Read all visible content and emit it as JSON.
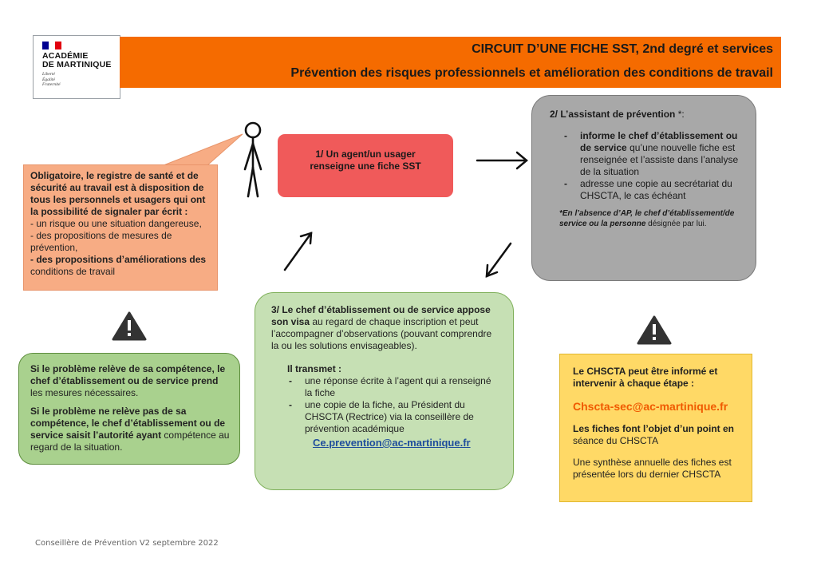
{
  "logo": {
    "line1": "ACADÉMIE",
    "line2": "DE MARTINIQUE",
    "motto1": "Liberté",
    "motto2": "Égalité",
    "motto3": "Fraternité",
    "flag_colors": [
      "#000091",
      "#ffffff",
      "#e1000f"
    ]
  },
  "header": {
    "title": "CIRCUIT D’UNE FICHE SST, 2nd degré et services",
    "subtitle": "Prévention des risques professionnels et amélioration des conditions de travail",
    "color": "#f56b00"
  },
  "registry_box": {
    "intro": "Obligatoire, le registre de santé et de sécurité au travail est à disposition de tous les personnels et usagers qui ont la possibilité de signaler par écrit :",
    "item1": "- un risque ou une situation dangereuse,",
    "item2": "- des propositions de mesures de prévention,",
    "item3_bold": "- des propositions d’améliorations des",
    "item3_rest": "conditions de travail"
  },
  "agent_box": {
    "line1": "1/ Un agent/un usager",
    "line2": "renseigne une fiche SST"
  },
  "assistant_box": {
    "title": "2/ L’assistant de prévention",
    "title_suffix": " *:",
    "item1_bold": "informe le chef d’établissement ou de service",
    "item1_rest": "qu’une nouvelle fiche est renseignée et l’assiste dans l’analyse de la situation",
    "item2": "adresse une copie au secrétariat du CHSCTA, le cas échéant",
    "note_bold": "*En l’absence d’AP, le chef d’établissement/de service ou la personne",
    "note_rest": " désignée par lui."
  },
  "chef_box": {
    "title_bold": "3/ Le chef d’établissement ou de service appose son visa",
    "text1": " au regard de chaque inscription et peut l’accompagner d’observations ",
    "text2": "(pouvant comprendre",
    "text3": " la ou les solutions envisageables).",
    "transmet": "Il transmet :",
    "item1": "une réponse écrite à l’agent qui a renseigné la fiche",
    "item2": "une copie de la fiche, au Président du CHSCTA (Rectrice) via la conseillère de prévention académique",
    "email": "Ce.prevention@ac-martinique.fr"
  },
  "competence_box": {
    "p1_bold": "Si le problème relève de sa compétence, le chef d’établissement ou de service prend",
    "p1_rest": " les mesures nécessaires.",
    "p2_bold": "Si le problème ne relève pas de sa compétence",
    "p2_mid": ", le chef d’établissement ou de service saisit l’autorité ayant",
    "p2_rest": " compétence au regard de la situation."
  },
  "chsct_box": {
    "intro": "Le CHSCTA peut être informé et intervenir à chaque étape :",
    "email": "Chscta-sec@ac-martinique.fr",
    "p1_bold": "Les fiches font l’objet d’un point en",
    "p1_rest": " séance du CHSCTA",
    "p2": "Une synthèse annuelle des fiches est présentée lors du dernier CHSCTA"
  },
  "footer": {
    "text": "Conseillère de Prévention V2 septembre 2022"
  }
}
